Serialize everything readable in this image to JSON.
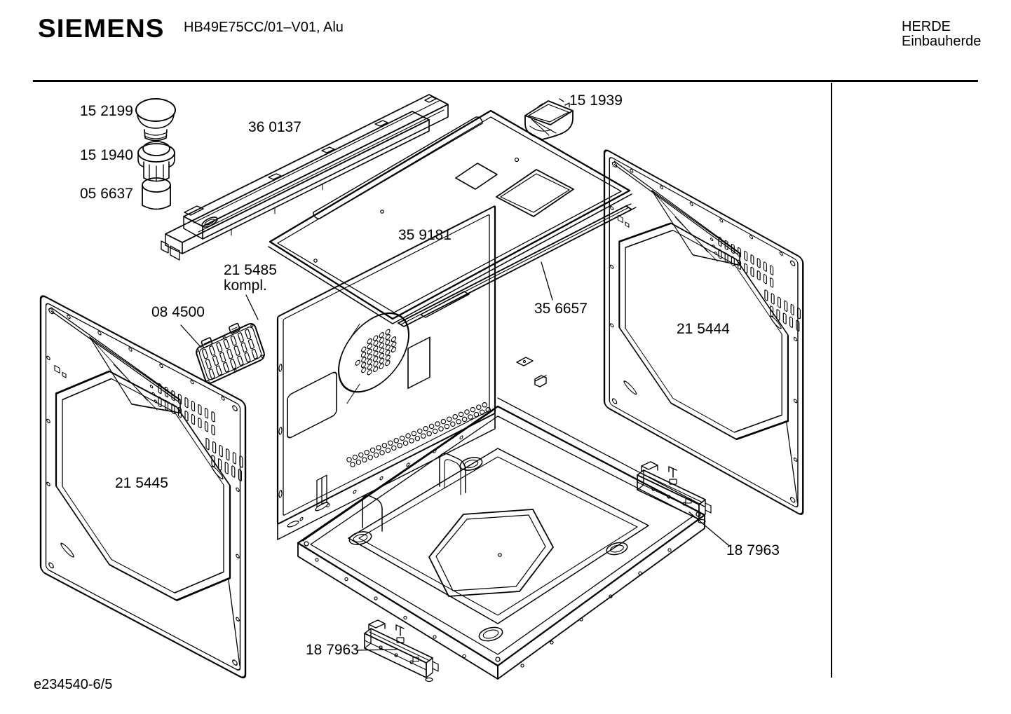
{
  "header": {
    "brand": "SIEMENS",
    "model": "HB49E75CC/01–V01, Alu",
    "line1": "HERDE",
    "line2": "Einbauherde"
  },
  "footer": {
    "doc_ref": "e234540-6/5"
  },
  "colors": {
    "ink": "#000000",
    "background": "#ffffff"
  },
  "diagram": {
    "type": "exploded-parts-drawing",
    "parts": [
      {
        "id": "152199",
        "label": "15 2199"
      },
      {
        "id": "151940",
        "label": "15 1940"
      },
      {
        "id": "056637",
        "label": "05 6637"
      },
      {
        "id": "360137",
        "label": "36 0137"
      },
      {
        "id": "151939",
        "label": "15 1939"
      },
      {
        "id": "359181",
        "label": "35 9181"
      },
      {
        "id": "215485",
        "label": "21 5485",
        "label2": "kompl."
      },
      {
        "id": "084500",
        "label": "08 4500"
      },
      {
        "id": "356657",
        "label": "35 6657"
      },
      {
        "id": "215444",
        "label": "21 5444"
      },
      {
        "id": "215445",
        "label": "21 5445"
      },
      {
        "id": "187963a",
        "label": "18 7963"
      },
      {
        "id": "187963b",
        "label": "18 7963"
      }
    ]
  }
}
